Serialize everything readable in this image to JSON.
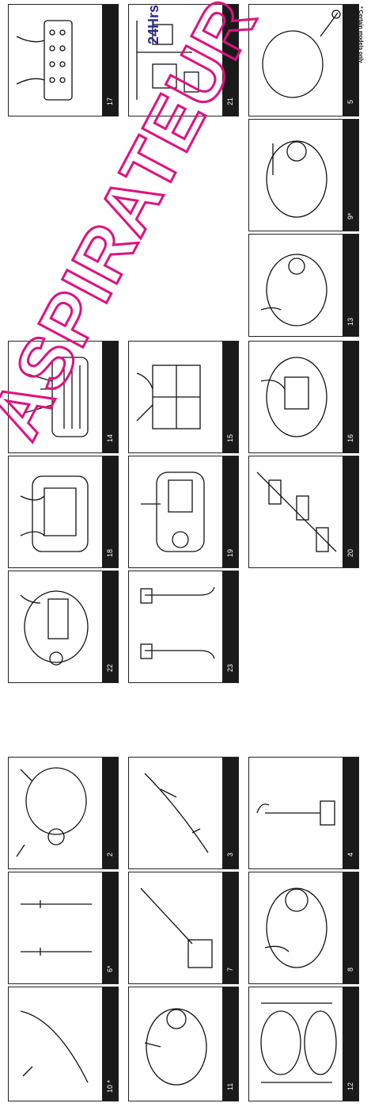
{
  "note": "* Certain models only",
  "sign_text": "24Hrs",
  "watermark": "ASPIRATEUR",
  "watermark_color": "#e0117f",
  "panels": {
    "p2": "2",
    "p3": "3",
    "p4": "4",
    "p5": "5",
    "p6": "6*",
    "p7": "7",
    "p8": "8",
    "p9": "9*",
    "p10": "10 *",
    "p11": "11",
    "p12": "12",
    "p13": "13",
    "p14": "14",
    "p15": "15",
    "p16": "16",
    "p17": "17",
    "p18": "18",
    "p19": "19",
    "p20": "20",
    "p21": "21",
    "p22": "22",
    "p23": "23"
  }
}
